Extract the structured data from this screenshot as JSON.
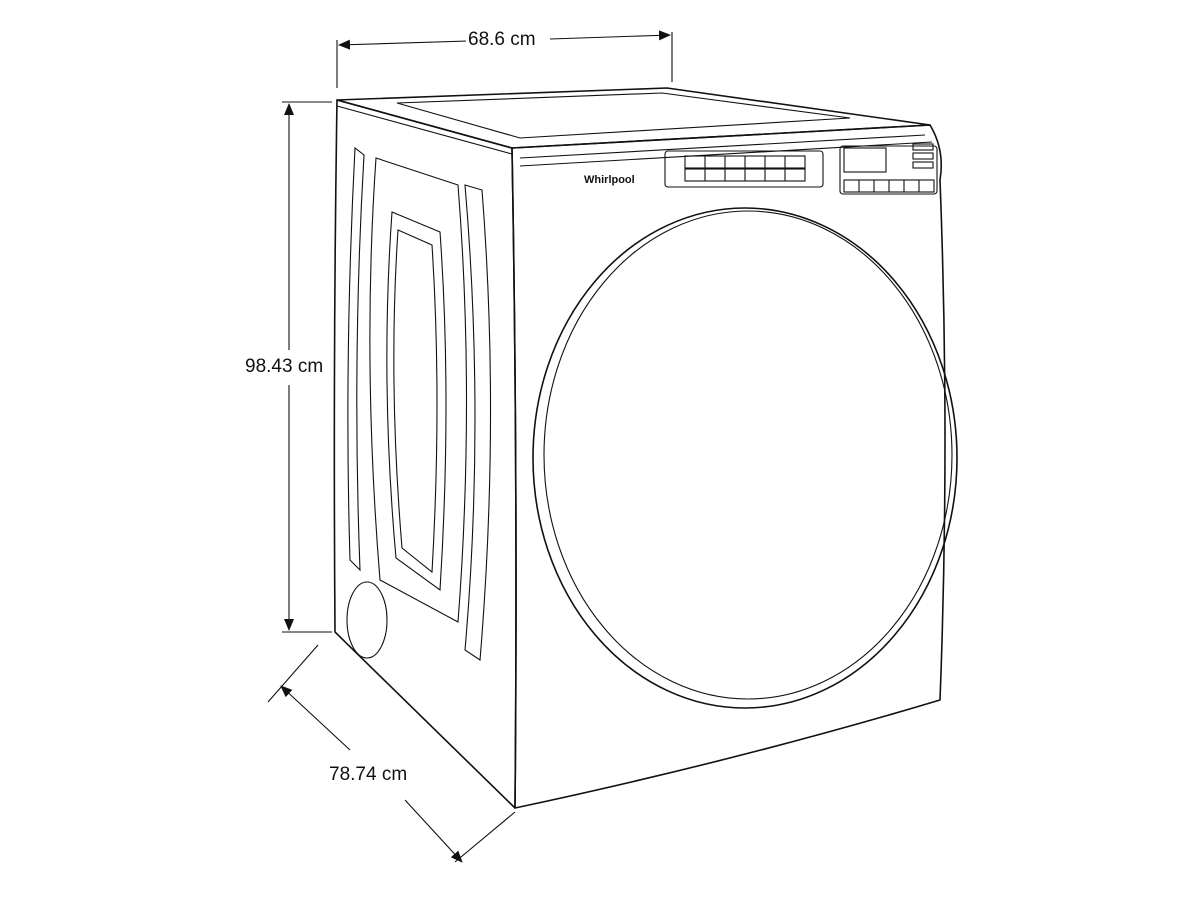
{
  "dimensions": {
    "width": "68.6 cm",
    "height": "98.43 cm",
    "depth": "78.74 cm"
  },
  "appliance": {
    "brand_logo": "Whirlpool"
  }
}
